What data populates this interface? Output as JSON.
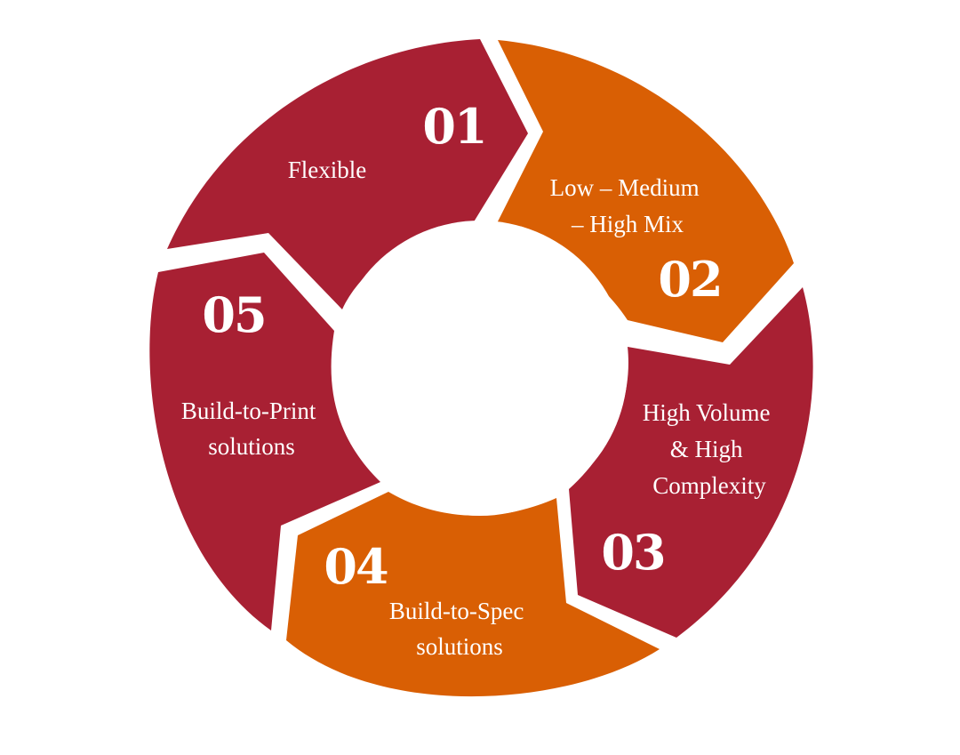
{
  "diagram": {
    "type": "cycle",
    "colors": {
      "crimson": "#A82033",
      "orange": "#D95F04",
      "background": "#FFFFFF",
      "text": "#FFFFFF"
    },
    "segments": [
      {
        "number": "01",
        "color": "#A82033",
        "label_lines": [
          "Flexible"
        ]
      },
      {
        "number": "02",
        "color": "#D95F04",
        "label_lines": [
          "Low – Medium",
          "– High Mix"
        ]
      },
      {
        "number": "03",
        "color": "#A82033",
        "label_lines": [
          "High Volume",
          "& High",
          "Complexity"
        ]
      },
      {
        "number": "04",
        "color": "#D95F04",
        "label_lines": [
          "Build-to-Spec",
          "solutions"
        ]
      },
      {
        "number": "05",
        "color": "#A82033",
        "label_lines": [
          "Build-to-Print",
          "solutions"
        ]
      }
    ]
  }
}
